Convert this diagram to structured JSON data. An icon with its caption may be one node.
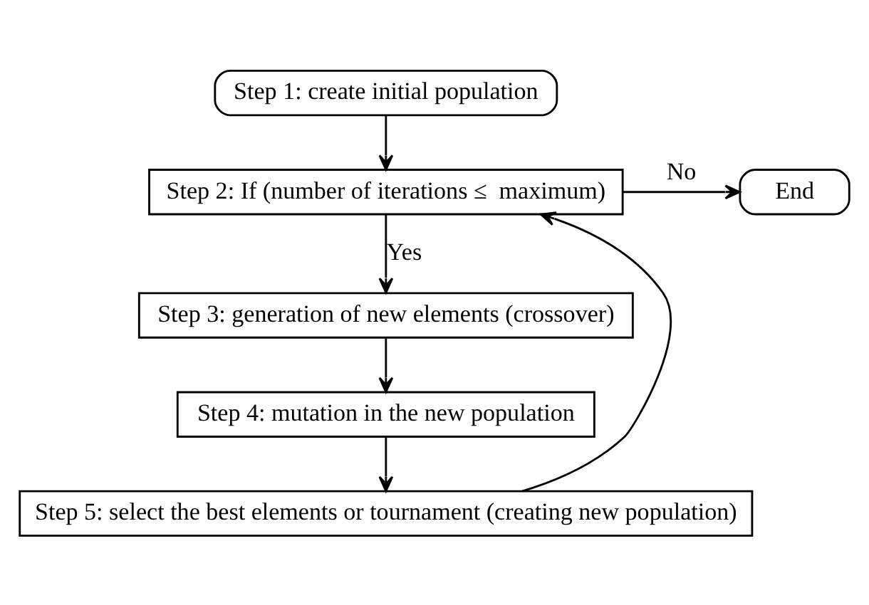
{
  "diagram": {
    "nodes": [
      {
        "text": [
          "Step 1: create initial population"
        ]
      },
      {
        "text": [
          "Step 2: If (number of iterations ≤  maximum)"
        ]
      },
      {
        "text": [
          "End"
        ]
      },
      {
        "text": [
          "Step 3: generation of new elements (crossover)"
        ]
      },
      {
        "text": [
          "Step 4: mutation in the new population"
        ]
      },
      {
        "text": [
          "Step 5: select the best elements or tournament (creating new population)"
        ]
      }
    ],
    "edges": [
      {
        "from": 0,
        "to": 1,
        "arrow": "to"
      },
      {
        "from": 1,
        "to": 2,
        "arrow": "to",
        "label": "No"
      },
      {
        "from": 1,
        "to": 3,
        "arrow": "to",
        "label": "Yes"
      },
      {
        "from": 3,
        "to": 4,
        "arrow": "to"
      },
      {
        "from": 4,
        "to": 5,
        "arrow": "to"
      },
      {
        "from": 5,
        "to": 1,
        "arrow": "to"
      }
    ]
  }
}
